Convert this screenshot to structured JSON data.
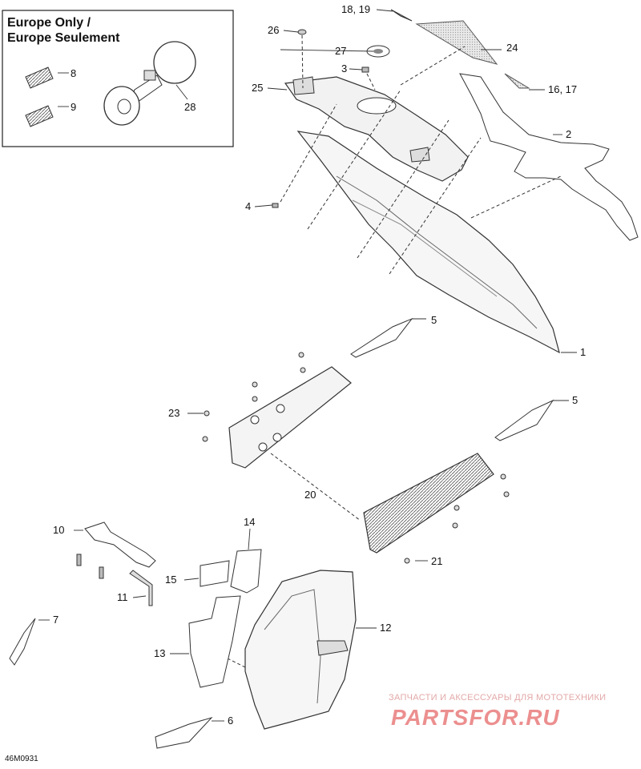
{
  "inset": {
    "title_line1": "Europe Only /",
    "title_line2": "Europe Seulement"
  },
  "callouts": {
    "c1": "1",
    "c2": "2",
    "c3": "3",
    "c4": "4",
    "c5a": "5",
    "c5b": "5",
    "c6": "6",
    "c7": "7",
    "c8": "8",
    "c9": "9",
    "c10": "10",
    "c11": "11",
    "c12": "12",
    "c13": "13",
    "c14": "14",
    "c15": "15",
    "c1617": "16, 17",
    "c1819": "18, 19",
    "c20": "20",
    "c21": "21",
    "c23": "23",
    "c24": "24",
    "c25": "25",
    "c26": "26",
    "c27": "27",
    "c28": "28"
  },
  "drawing_code": "46M0931",
  "watermark": {
    "subtitle": "ЗАПЧАСТИ И АКСЕССУАРЫ ДЛЯ МОТОТЕХНИКИ",
    "logo": "PARTSFOR.RU"
  }
}
